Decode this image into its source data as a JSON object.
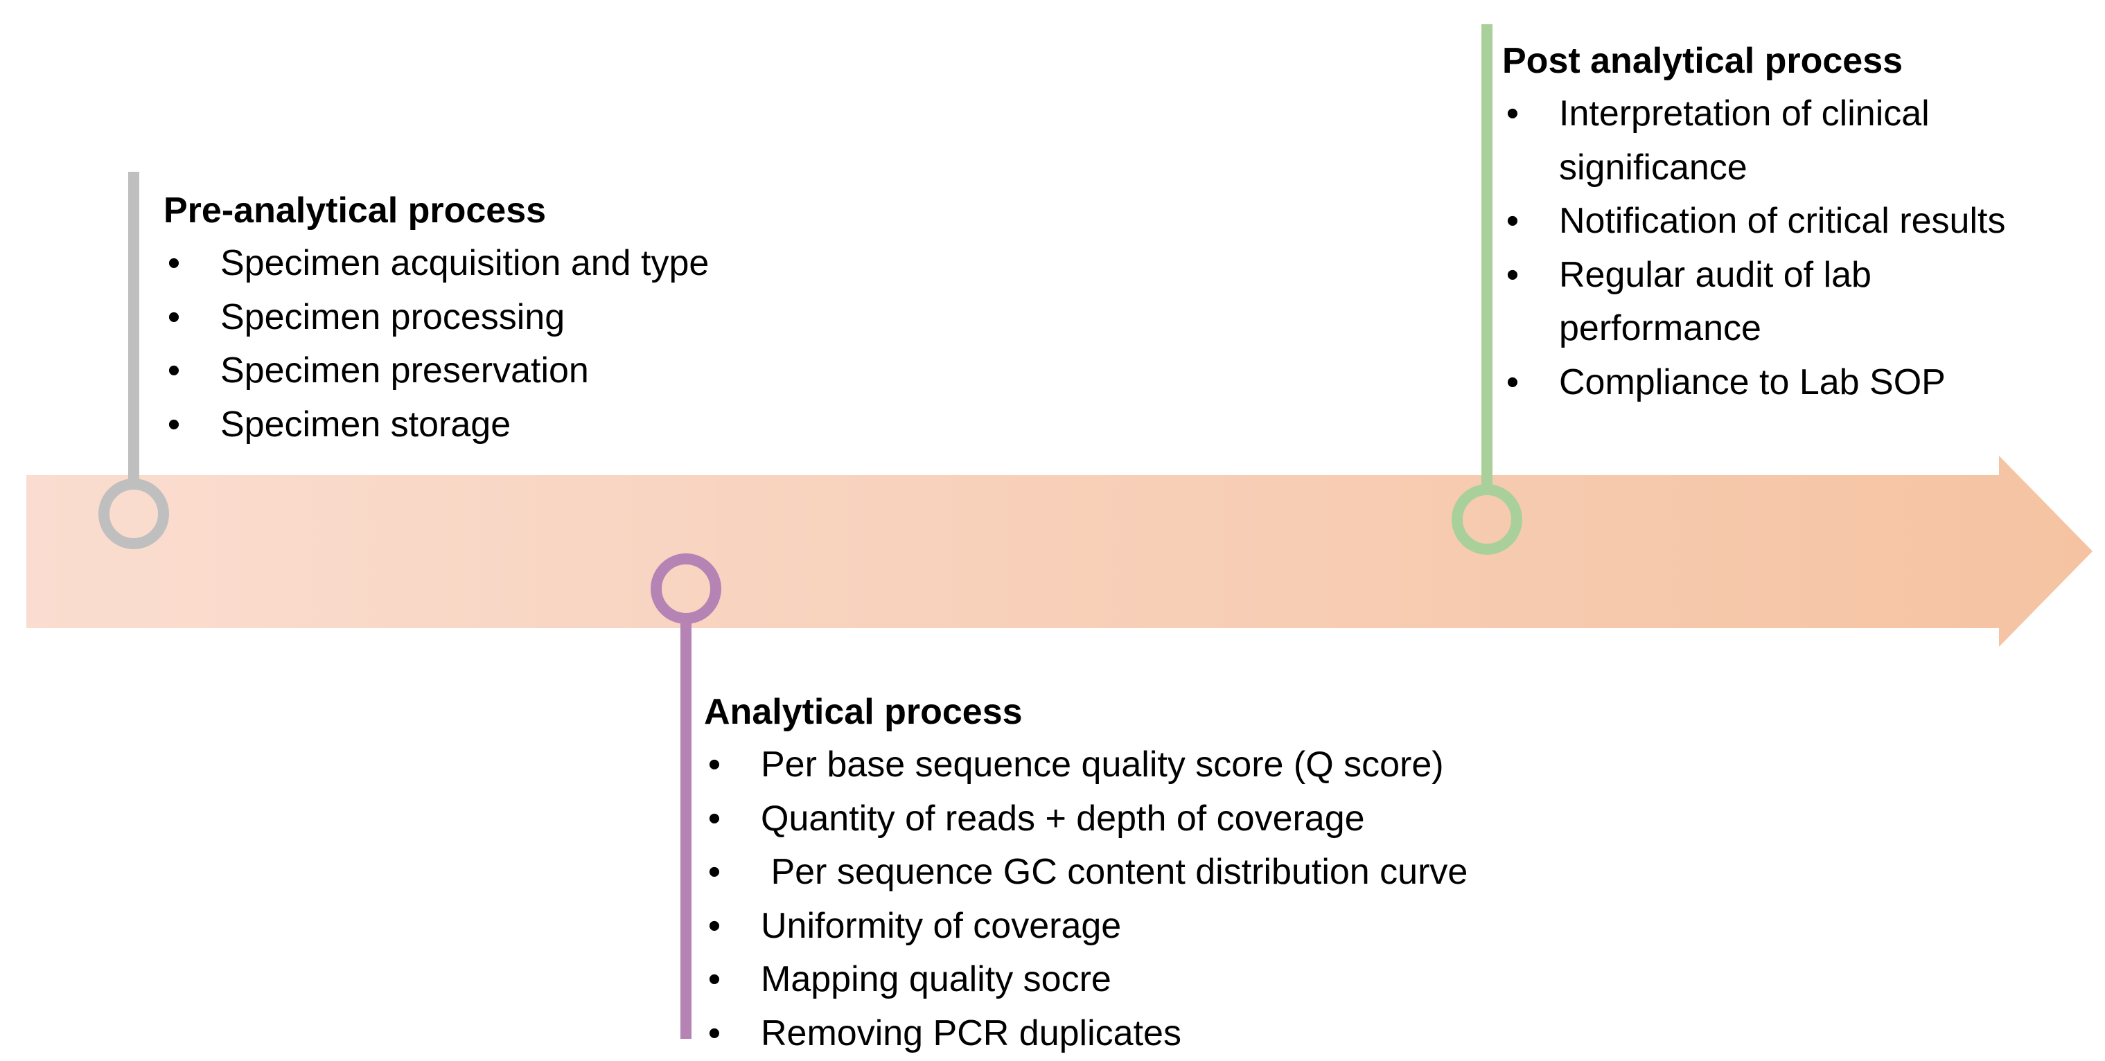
{
  "colors": {
    "arrow_start": "#FADDD0",
    "arrow_end": "#F5C3A2",
    "pre_analytical": "#BFBFBF",
    "analytical": "#B584B4",
    "post_analytical": "#A9D09B"
  },
  "bullet": "•",
  "stages": {
    "pre": {
      "heading": "Pre-analytical process",
      "items": [
        "Specimen acquisition and type",
        "Specimen processing",
        "Specimen preservation",
        "Specimen storage"
      ]
    },
    "analytical": {
      "heading": "Analytical process",
      "items": [
        "Per base sequence quality score (Q score)",
        "Quantity of reads + depth of coverage",
        " Per sequence GC content distribution curve",
        "Uniformity of coverage",
        "Mapping quality socre",
        "Removing PCR duplicates"
      ]
    },
    "post": {
      "heading": "Post analytical process",
      "items": [
        "Interpretation of clinical significance",
        "Notification of critical results",
        "Regular audit of lab performance",
        "Compliance to Lab SOP"
      ]
    }
  }
}
